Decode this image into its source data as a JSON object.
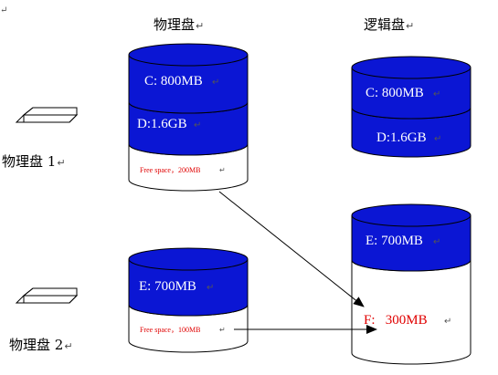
{
  "top_marker": "↵",
  "headers": {
    "physical": "物理盘",
    "logical": "逻辑盘"
  },
  "paragraph_mark": "↵",
  "disks": {
    "disk1_label": "物理盘 1",
    "disk2_label": "物理盘 2"
  },
  "physical1": {
    "seg_c": "C: 800MB",
    "seg_d": "D:1.6GB",
    "free": "Free space，200MB"
  },
  "physical2": {
    "seg_e": "E: 700MB",
    "free": "Free space，100MB"
  },
  "logical1": {
    "seg_c": "C: 800MB",
    "seg_d": "D:1.6GB"
  },
  "logical2": {
    "seg_e": "E: 700MB",
    "seg_f": "F:   300MB"
  },
  "colors": {
    "blue": "#0b16d4",
    "blue_dark": "#0a0f8a",
    "white": "#ffffff",
    "outline": "#000000",
    "red": "#e00000"
  }
}
